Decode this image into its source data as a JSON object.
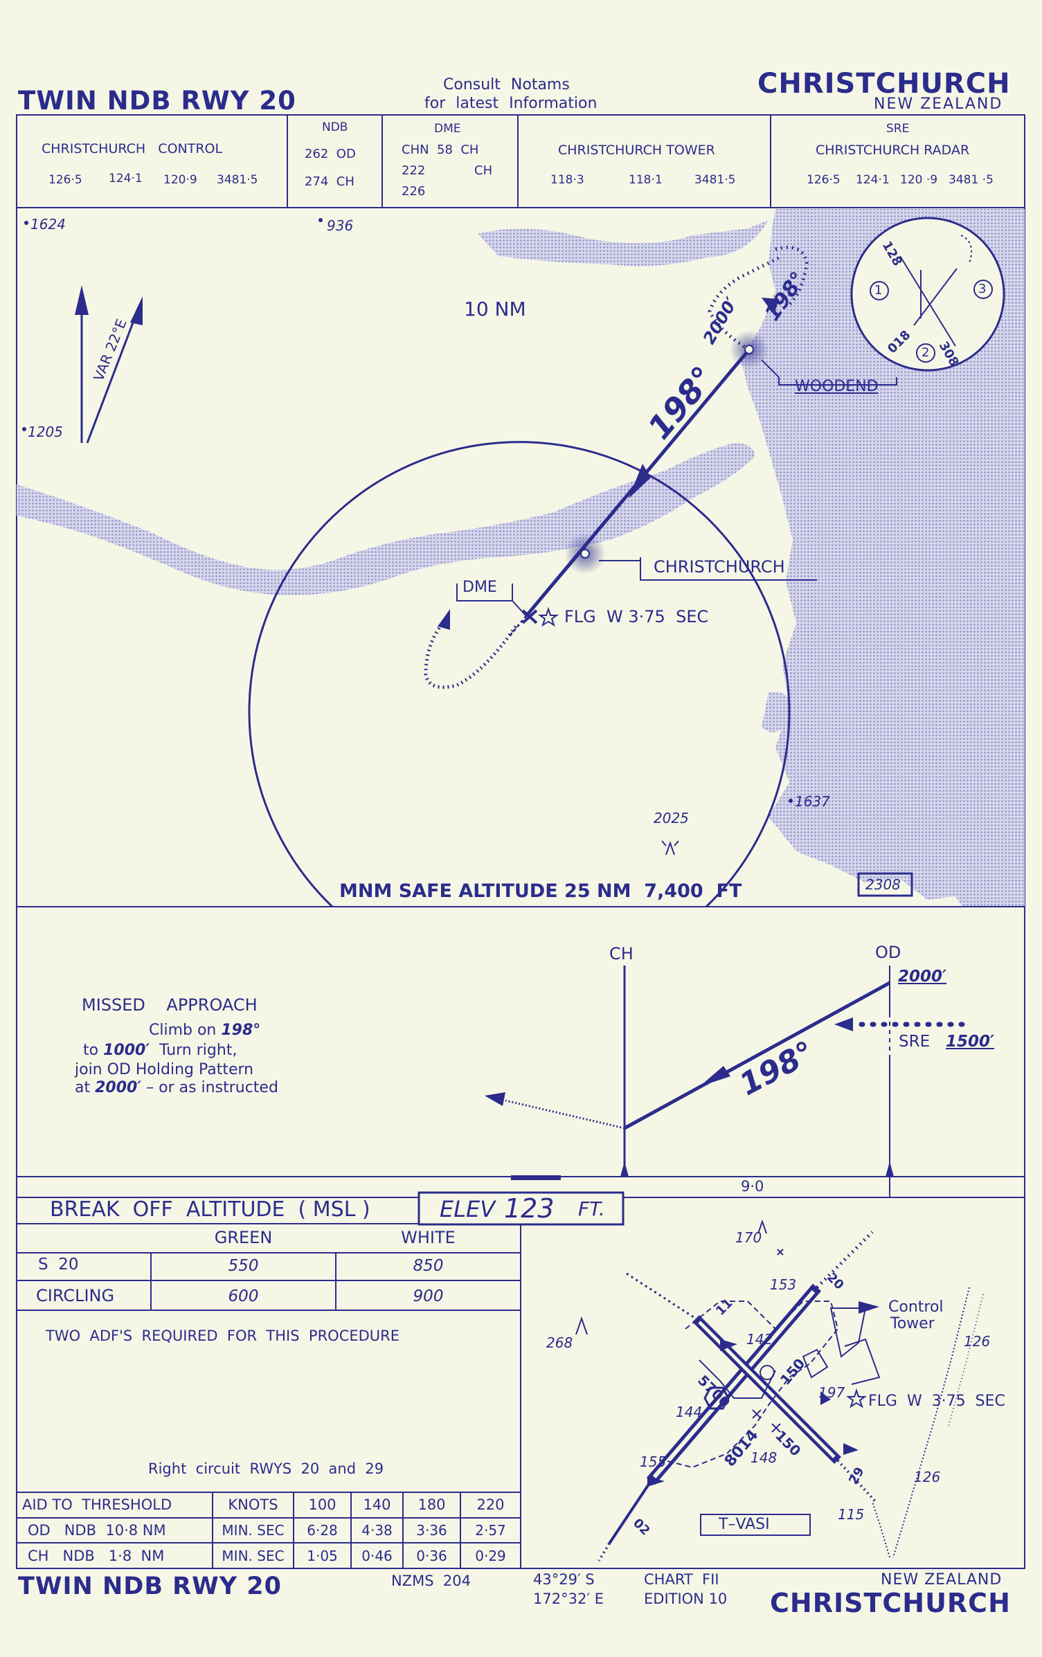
{
  "header": {
    "procedure": "TWIN NDB RWY 20",
    "consult_line1": "Consult Notams",
    "consult_line2": "for latest Information",
    "airport": "CHRISTCHURCH",
    "country": "NEW ZEALAND"
  },
  "comms": {
    "control": {
      "title": "CHRISTCHURCH   CONTROL",
      "freqs": [
        "126·5",
        "124·1",
        "120·9",
        "3481·5"
      ]
    },
    "ndb": {
      "title": "NDB",
      "rows": [
        "262  OD",
        "274  CH"
      ]
    },
    "dme": {
      "title": "DME",
      "rows": [
        "CHN  58  CH",
        "222",
        "226"
      ],
      "row2_suffix": "CH"
    },
    "tower": {
      "title": "CHRISTCHURCH TOWER",
      "freqs": [
        "118·3",
        "118·1",
        "3481·5"
      ]
    },
    "sre": {
      "title": "SRE",
      "subtitle": "CHRISTCHURCH RADAR",
      "freqs": [
        "126·5",
        "124·1",
        "120 ·9",
        "3481 ·5"
      ]
    }
  },
  "plan": {
    "ring_label": "10 NM",
    "variation": "VAR 22°E",
    "course_label": "198°",
    "holding_course": "198°",
    "holding_alt": "2000′",
    "woodend_label": "WOODEND",
    "christchurch_label": "CHRISTCHURCH",
    "dme_label": "DME",
    "flg_label": "FLG  W 3·75  SEC",
    "msa_label": "MNM SAFE ALTITUDE 25 NM  7,400  FT",
    "spots": {
      "s1624": "1624",
      "s936": "936",
      "s1205": "1205",
      "s1637": "1637",
      "s2025": "2025",
      "s2308": "2308"
    },
    "inset": {
      "c1": "1",
      "c2": "2",
      "c3": "3",
      "h128": "128",
      "h018": "018",
      "h308": "308"
    }
  },
  "profile": {
    "ch_label": "CH",
    "od_label": "OD",
    "alt_2000": "2000′",
    "sre_label": "SRE",
    "sre_alt": "1500′",
    "course": "198°",
    "distance": "9·0",
    "missed_title": "MISSED    APPROACH",
    "missed_l1_a": "Climb on ",
    "missed_l1_b": "198°",
    "missed_l2_a": "to ",
    "missed_l2_b": "1000′",
    "missed_l2_c": "  Turn right,",
    "missed_l3": "join OD Holding Pattern",
    "missed_l4_a": "at ",
    "missed_l4_b": "2000′",
    "missed_l4_c": " – or as instructed"
  },
  "minima": {
    "title": "BREAK  OFF  ALTITUDE  ( MSL )",
    "elev_label": "ELEV",
    "elev_value": "123",
    "elev_unit": "FT.",
    "headers": [
      "GREEN",
      "WHITE"
    ],
    "rows": [
      {
        "label": "S  20",
        "green": "550",
        "white": "850"
      },
      {
        "label": "CIRCLING",
        "green": "600",
        "white": "900"
      }
    ],
    "note_adf": "TWO  ADF'S  REQUIRED  FOR  THIS  PROCEDURE",
    "note_circuit": "Right  circuit  RWYS  20  and  29"
  },
  "timing": {
    "header": [
      "AID TO  THRESHOLD",
      "KNOTS",
      "100",
      "140",
      "180",
      "220"
    ],
    "rows": [
      [
        "OD   NDB  10·8 NM",
        "MIN. SEC",
        "6·28",
        "4·38",
        "3·36",
        "2·57"
      ],
      [
        "CH   NDB   1·8  NM",
        "MIN. SEC",
        "1·05",
        "0·46",
        "0·36",
        "0·29"
      ]
    ]
  },
  "aerodrome": {
    "control_tower_1": "Control",
    "control_tower_2": "Tower",
    "flg": "FLG  W  3·75  SEC",
    "tvasi": "T–VASI",
    "rwy_long": "8014",
    "rwy_cross": "5700",
    "r150a": "150",
    "r150b": "150",
    "r02": "02",
    "r20": "20",
    "r11": "11",
    "r29": "29",
    "e170": "170",
    "e153": "153",
    "e142": "142",
    "e268": "268",
    "e126a": "126",
    "e126b": "126",
    "e144": "144",
    "e197": "197",
    "e155": "155",
    "e148": "148",
    "e115": "115"
  },
  "footer": {
    "procedure": "TWIN NDB RWY 20",
    "nzms": "NZMS  204",
    "lat": "43°29′ S",
    "lon": "172°32′ E",
    "chart": "CHART  FII",
    "edition": "EDITION 10",
    "country": "NEW ZEALAND",
    "airport": "CHRISTCHURCH"
  },
  "colors": {
    "ink": "#2b2c8c",
    "paper": "#f6f6e6",
    "land": "#c9c9e6"
  }
}
